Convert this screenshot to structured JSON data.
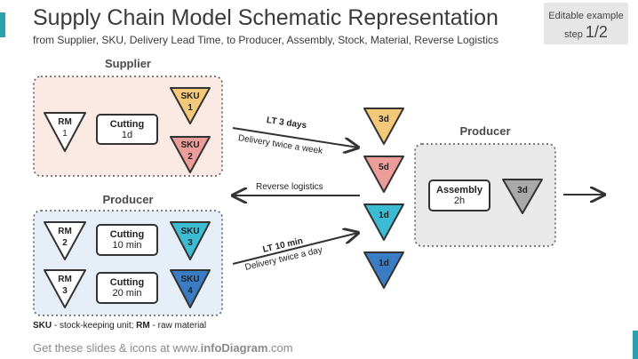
{
  "header": {
    "title": "Supply Chain Model Schematic Representation",
    "subtitle": "from Supplier, SKU, Delivery Lead Time, to Producer, Assembly, Stock, Material,  Reverse Logistics"
  },
  "badge": {
    "line1": "Editable example",
    "step_word": "step",
    "step_num": "1/2"
  },
  "groups": {
    "supplier": {
      "label": "Supplier",
      "rm": {
        "name": "RM",
        "num": "1"
      },
      "process": {
        "name": "Cutting",
        "time": "1d"
      },
      "sku_top": {
        "name": "SKU",
        "num": "1"
      },
      "sku_bottom": {
        "name": "SKU",
        "num": "2"
      }
    },
    "producer_left": {
      "label": "Producer",
      "row1": {
        "rm": {
          "name": "RM",
          "num": "2"
        },
        "process": {
          "name": "Cutting",
          "time": "10 min"
        },
        "sku": {
          "name": "SKU",
          "num": "3"
        }
      },
      "row2": {
        "rm": {
          "name": "RM",
          "num": "3"
        },
        "process": {
          "name": "Cutting",
          "time": "20 min"
        },
        "sku": {
          "name": "SKU",
          "num": "4"
        }
      }
    },
    "producer_right": {
      "label": "Producer",
      "process": {
        "name": "Assembly",
        "time": "2h"
      },
      "stock": "3d"
    }
  },
  "stocks": [
    "3d",
    "5d",
    "1d",
    "1d"
  ],
  "arrows": {
    "top": {
      "lead": "LT 3 days",
      "freq": "Delivery  twice a week"
    },
    "reverse": {
      "label": "Reverse  logistics"
    },
    "bottom": {
      "lead": "LT 10 min",
      "freq": "Delivery  twice a day"
    }
  },
  "legend": {
    "sku_abbr": "SKU",
    "sku_text": " - stock-keeping unit; ",
    "rm_abbr": "RM",
    "rm_text": " - raw material"
  },
  "footer": {
    "pre": "Get these slides & icons at www.",
    "brand": "infoDiagram",
    "post": ".com"
  },
  "colors": {
    "supplier_bg": "#fbe9e3",
    "producer_left_bg": "#e6eff8",
    "producer_right_bg": "#e9e9e9",
    "sku1": "#f3c878",
    "sku2": "#ec9c99",
    "sku3": "#3bbcd3",
    "sku4": "#3a7dc4",
    "stock_grey": "#a9a9a9",
    "accent": "#2aa1ad"
  },
  "icons": [
    "arrow-right-icon",
    "arrow-left-icon",
    "triangle-inventory-icon"
  ]
}
